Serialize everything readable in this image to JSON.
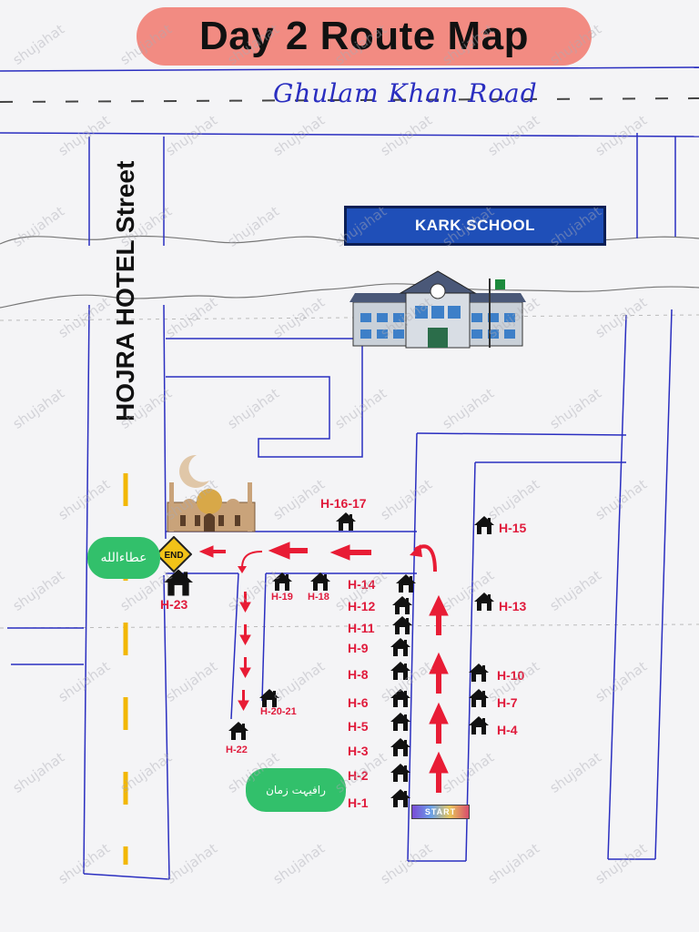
{
  "title": "Day 2 Route Map",
  "road_name": "Ghulam Khan Road",
  "street_name": "HOJRA HOTEL Street",
  "landmarks": {
    "school": "KARK SCHOOL",
    "end_sign": "END",
    "start_sign": "START",
    "bubble_end": "عطاءالله",
    "bubble_start": "رافیہت زمان"
  },
  "houses": [
    "H-1",
    "H-2",
    "H-3",
    "H-4",
    "H-5",
    "H-6",
    "H-7",
    "H-8",
    "H-9",
    "H-10",
    "H-11",
    "H-12",
    "H-13",
    "H-14",
    "H-15",
    "H-16-17",
    "H-18",
    "H-19",
    "H-20-21",
    "H-22",
    "H-23"
  ],
  "watermark": "shujahat",
  "colors": {
    "title_bg": "#f28b82",
    "route_arrow": "#e81c35",
    "house_label": "#e01b3c",
    "road_line": "#2a2ec0",
    "school_banner": "#1f4fb8",
    "bubble": "#32c06b",
    "end_sign": "#f2c318"
  }
}
